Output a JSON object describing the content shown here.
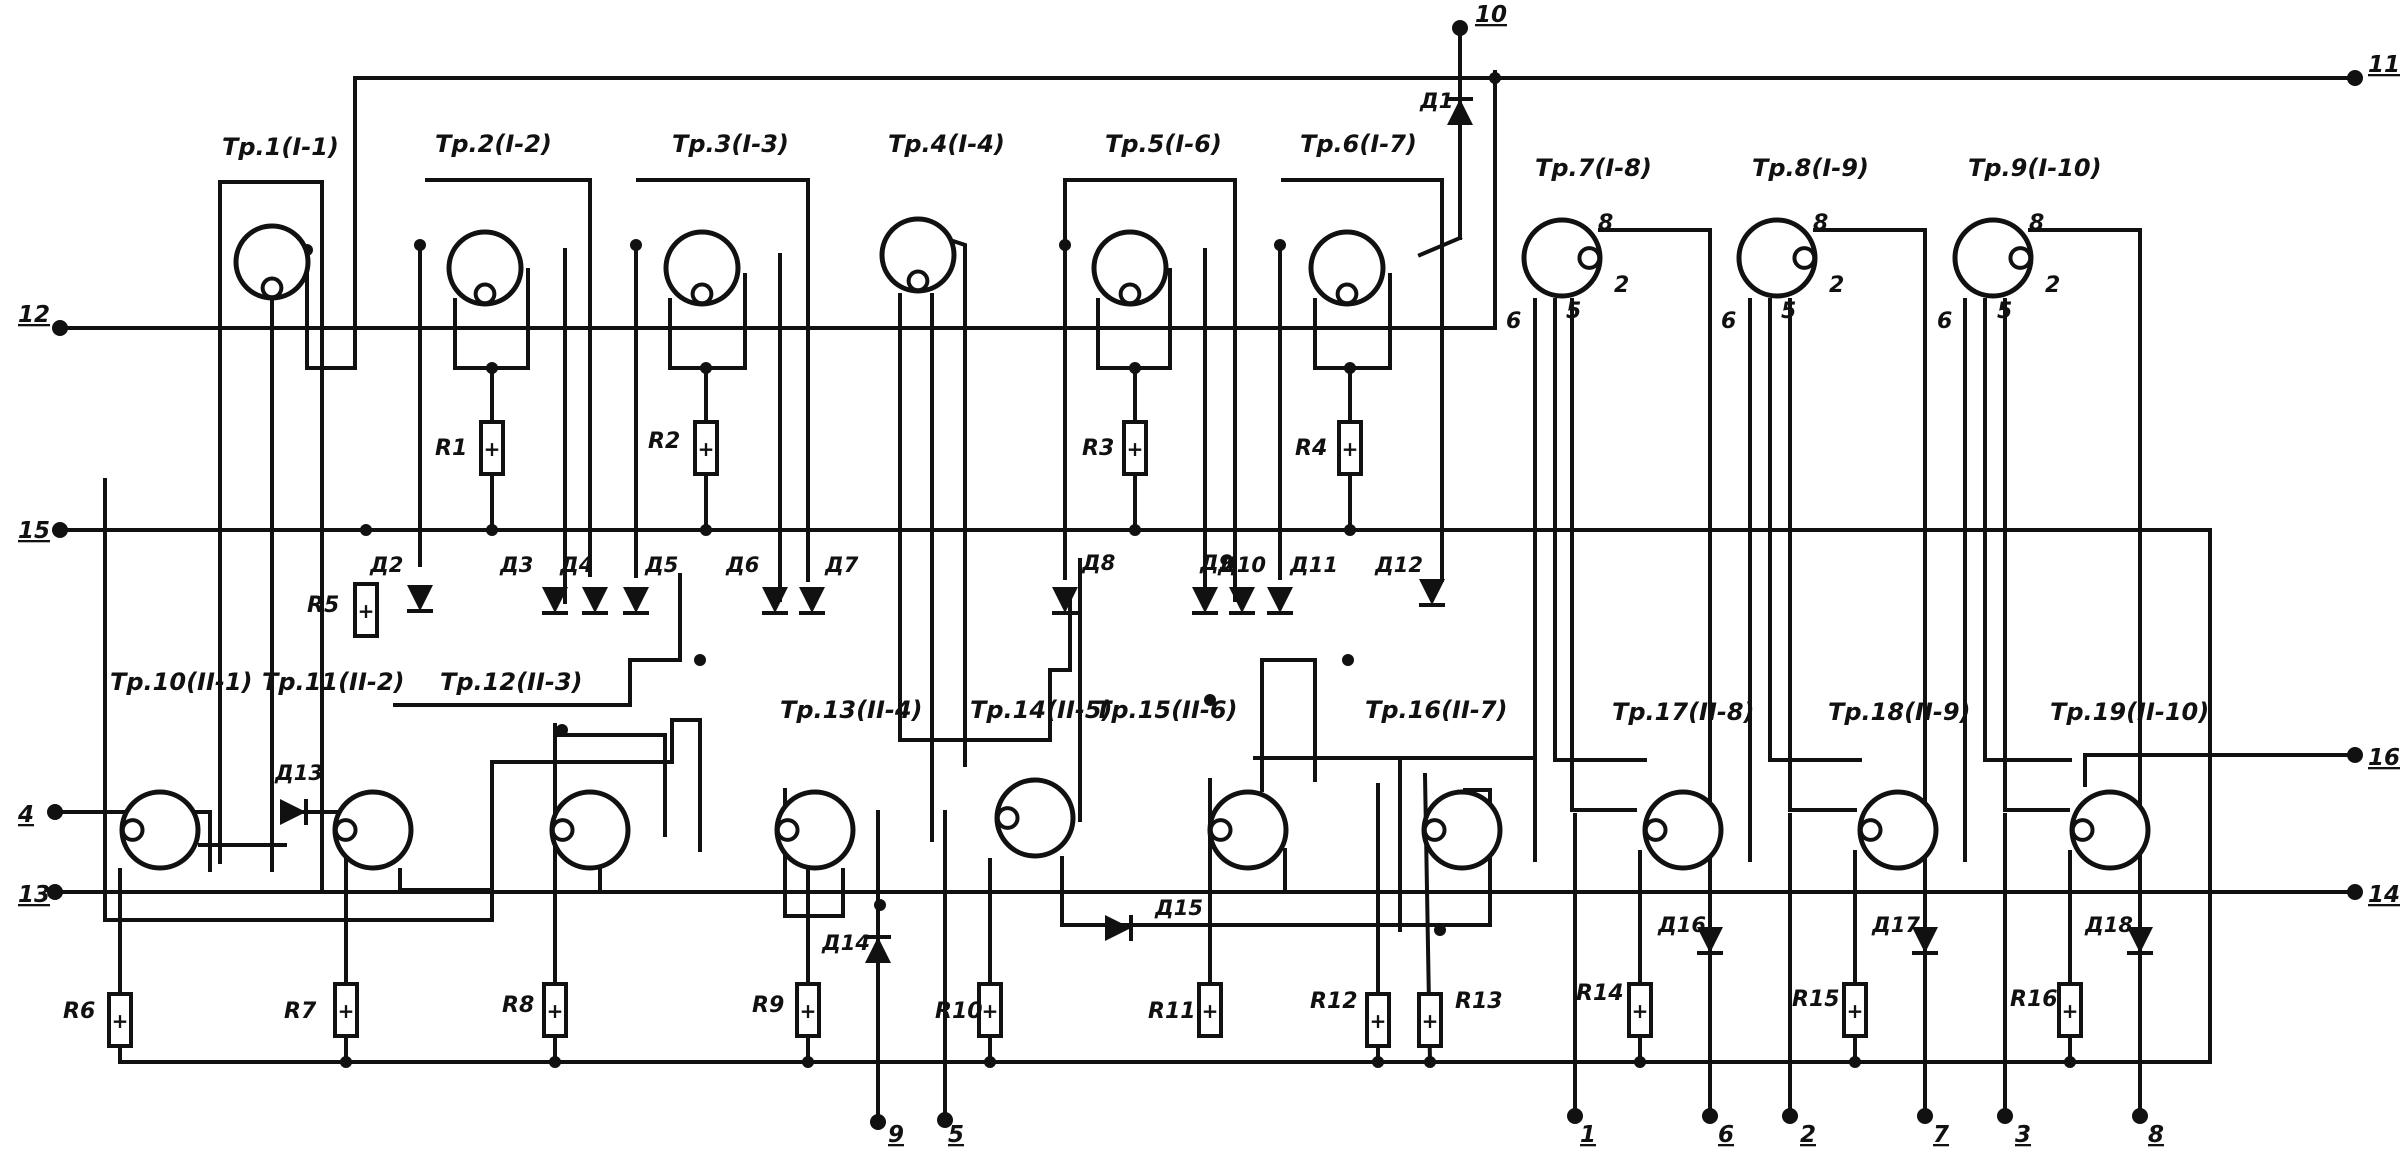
{
  "transistors": [
    {
      "label": "Тр.1(I-1)"
    },
    {
      "label": "Тр.2(I-2)"
    },
    {
      "label": "Тр.3(I-3)"
    },
    {
      "label": "Тр.4(I-4)"
    },
    {
      "label": "Тр.5(I-6)"
    },
    {
      "label": "Тр.6(I-7)"
    },
    {
      "label": "Тр.7(I-8)"
    },
    {
      "label": "Тр.8(I-9)"
    },
    {
      "label": "Тр.9(I-10)"
    },
    {
      "label": "Тр.10(II-1)"
    },
    {
      "label": "Тр.11(II-2)"
    },
    {
      "label": "Тр.12(II-3)"
    },
    {
      "label": "Тр.13(II-4)"
    },
    {
      "label": "Тр.14(II-5)"
    },
    {
      "label": "Тр.15(II-6)"
    },
    {
      "label": "Тр.16(II-7)"
    },
    {
      "label": "Тр.17(II-8)"
    },
    {
      "label": "Тр.18(II-9)"
    },
    {
      "label": "Тр.19(II-10)"
    }
  ],
  "resistors": [
    "R1",
    "R2",
    "R3",
    "R4",
    "R5",
    "R6",
    "R7",
    "R8",
    "R9",
    "R10",
    "R11",
    "R12",
    "R13",
    "R14",
    "R15",
    "R16"
  ],
  "resistor_mark": "+",
  "diodes": [
    "Д1",
    "Д2",
    "Д3",
    "Д4",
    "Д5",
    "Д6",
    "Д7",
    "Д8",
    "Д9",
    "Д10",
    "Д11",
    "Д12",
    "Д13",
    "Д14",
    "Д15",
    "Д16",
    "Д17",
    "Д18"
  ],
  "pins": [
    "8",
    "2",
    "6",
    "5"
  ],
  "terminals": [
    "1",
    "2",
    "3",
    "4",
    "5",
    "6",
    "7",
    "8",
    "9",
    "10",
    "11",
    "12",
    "13",
    "14",
    "15",
    "16"
  ]
}
